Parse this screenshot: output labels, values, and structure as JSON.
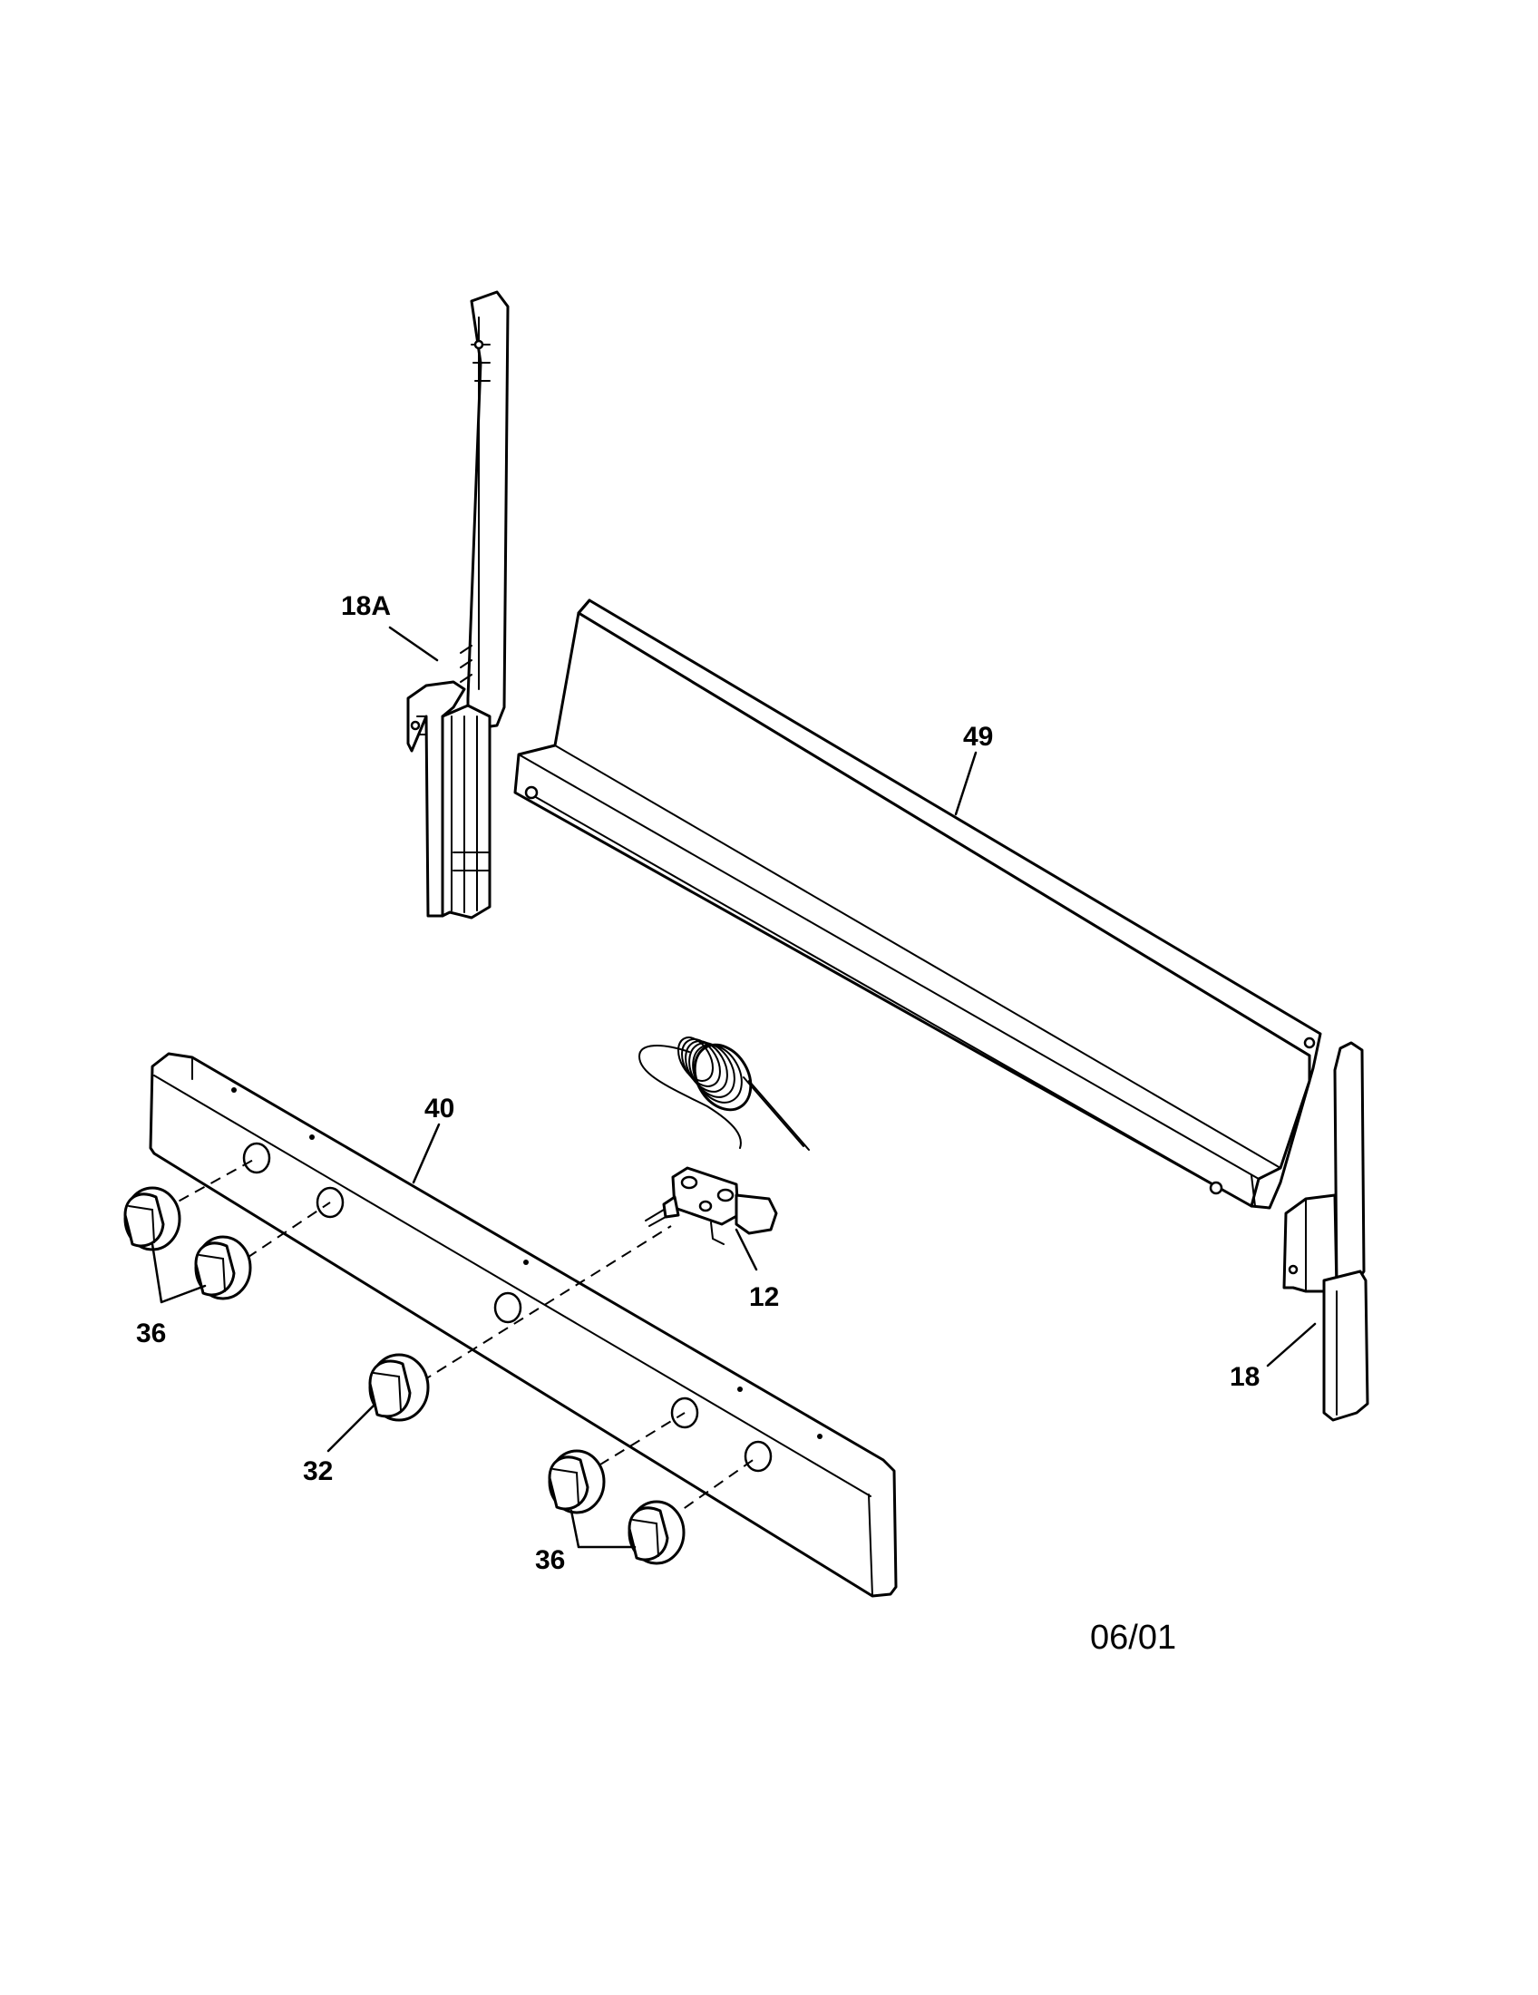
{
  "callouts": {
    "bracket_left": "18A",
    "backguard": "49",
    "control_panel": "40",
    "valve": "12",
    "knobs_left": "36",
    "knob_center": "32",
    "knobs_right": "36",
    "bracket_right": "18"
  },
  "date_code": "06/01"
}
